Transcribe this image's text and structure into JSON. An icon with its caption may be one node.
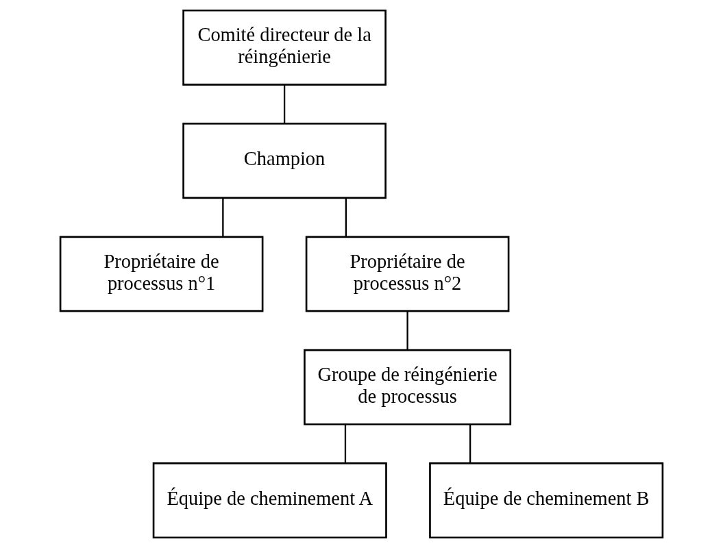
{
  "diagram": {
    "nodes": [
      {
        "text": [
          "Comité directeur de la réingénierie"
        ]
      },
      {
        "text": [
          "Champion"
        ]
      },
      {
        "text": [
          "Propriétaire de processus n°1"
        ]
      },
      {
        "text": [
          "Propriétaire de processus n°2"
        ]
      },
      {
        "text": [
          "Groupe de réingénierie de processus"
        ]
      },
      {
        "text": [
          "Équipe de cheminement A"
        ]
      },
      {
        "text": [
          "Équipe de cheminement B"
        ]
      }
    ],
    "edges": [
      {
        "from": 0,
        "to": 1,
        "arrow": "none"
      },
      {
        "from": 1,
        "to": 2,
        "arrow": "none"
      },
      {
        "from": 1,
        "to": 3,
        "arrow": "none"
      },
      {
        "from": 3,
        "to": 4,
        "arrow": "none"
      },
      {
        "from": 4,
        "to": 5,
        "arrow": "none"
      },
      {
        "from": 4,
        "to": 6,
        "arrow": "none"
      }
    ]
  }
}
